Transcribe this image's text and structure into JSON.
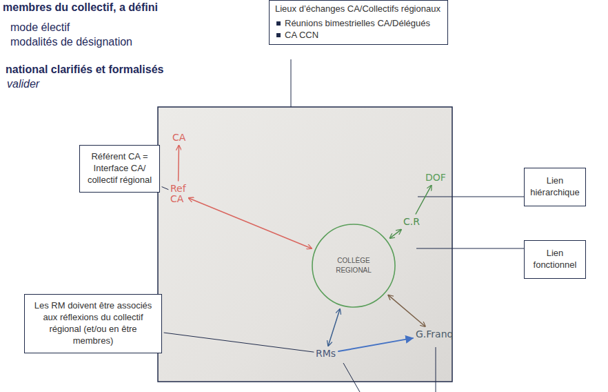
{
  "diagram": {
    "nodes": [
      {
        "text": [
          "Lieux d’échanges CA/Collectifs régionaux",
          "Réunions bimestrielles CA/Délégués",
          "CA CCN"
        ]
      },
      {
        "text": [
          "Référent CA = Interface CA/ collectif régional"
        ]
      },
      {
        "text": [
          "Lien hiérarchique"
        ]
      },
      {
        "text": [
          "Lien fonctionnel"
        ]
      },
      {
        "text": [
          "Les RM doivent être associés aux réflexions du collectif régional (et/ou en être membres)"
        ]
      },
      {
        "text": [
          "CA"
        ]
      },
      {
        "text": [
          "Ref CA"
        ]
      },
      {
        "text": [
          "COLLÈGE REGIONAL"
        ]
      },
      {
        "text": [
          "C.R"
        ]
      },
      {
        "text": [
          "DOF"
        ]
      },
      {
        "text": [
          "RMs"
        ]
      },
      {
        "text": [
          "G.Franq"
        ]
      }
    ],
    "edges": [
      {
        "from": 6,
        "to": 5,
        "arrow": "to"
      },
      {
        "from": 6,
        "to": 7,
        "arrow": "both"
      },
      {
        "from": 8,
        "to": 7,
        "arrow": "both"
      },
      {
        "from": 8,
        "to": 9,
        "arrow": "to"
      },
      {
        "from": 10,
        "to": 7,
        "arrow": "both"
      },
      {
        "from": 11,
        "to": 7,
        "arrow": "both"
      },
      {
        "from": 10,
        "to": 11,
        "arrow": "to"
      },
      {
        "from": 1,
        "to": 6,
        "arrow": "none"
      },
      {
        "from": 4,
        "to": 10,
        "arrow": "none"
      }
    ],
    "labels": [
      "membres du collectif, a défini",
      "mode électif",
      "modalités de désignation",
      "national clarifiés et formalisés",
      "valider"
    ]
  }
}
